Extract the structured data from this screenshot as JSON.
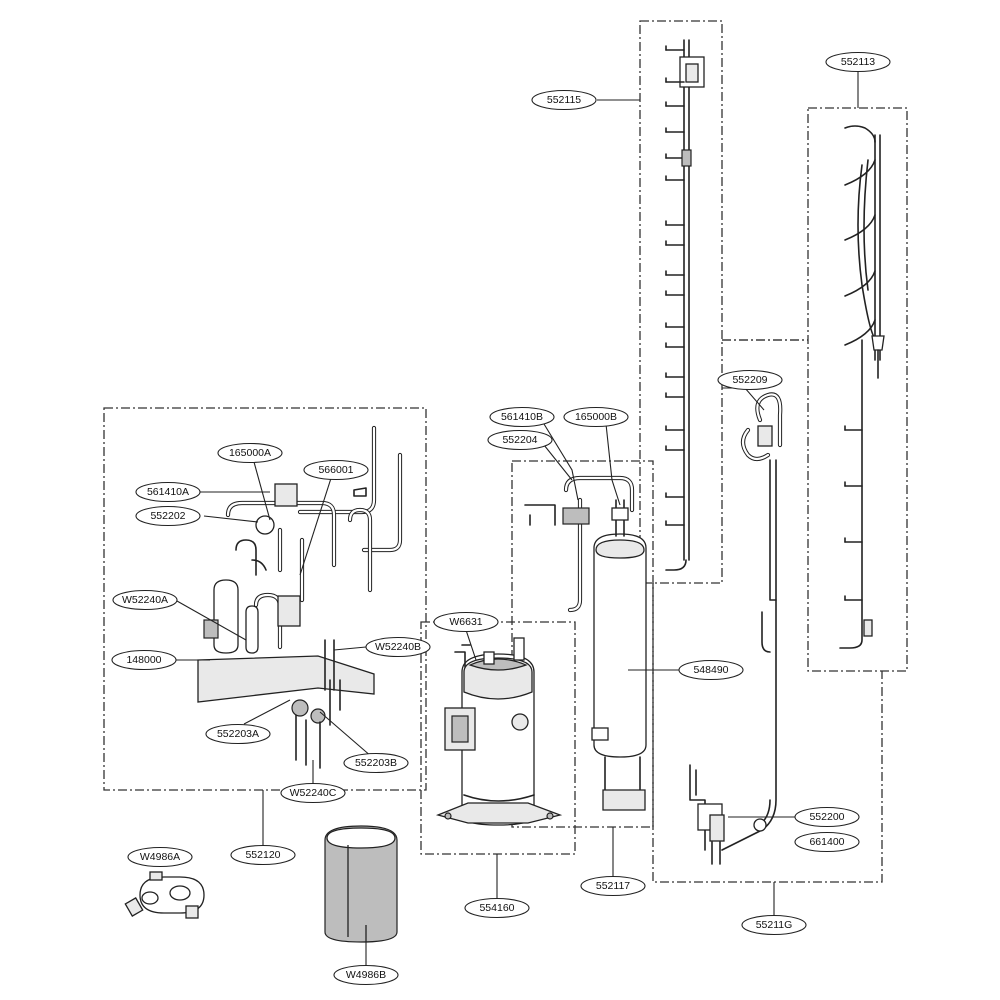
{
  "labels": [
    {
      "id": "l-552113",
      "text": "552113"
    },
    {
      "id": "l-552115",
      "text": "552115"
    },
    {
      "id": "l-552209",
      "text": "552209"
    },
    {
      "id": "l-561410B",
      "text": "561410B"
    },
    {
      "id": "l-165000B",
      "text": "165000B"
    },
    {
      "id": "l-552204",
      "text": "552204"
    },
    {
      "id": "l-165000A",
      "text": "165000A"
    },
    {
      "id": "l-566001",
      "text": "566001"
    },
    {
      "id": "l-561410A",
      "text": "561410A"
    },
    {
      "id": "l-552202",
      "text": "552202"
    },
    {
      "id": "l-W52240A",
      "text": "W52240A"
    },
    {
      "id": "l-W6631",
      "text": "W6631"
    },
    {
      "id": "l-W52240B",
      "text": "W52240B"
    },
    {
      "id": "l-148000",
      "text": "148000"
    },
    {
      "id": "l-548490",
      "text": "548490"
    },
    {
      "id": "l-552203A",
      "text": "552203A"
    },
    {
      "id": "l-552203B",
      "text": "552203B"
    },
    {
      "id": "l-W52240C",
      "text": "W52240C"
    },
    {
      "id": "l-552200",
      "text": "552200"
    },
    {
      "id": "l-661400",
      "text": "661400"
    },
    {
      "id": "l-W4986A",
      "text": "W4986A"
    },
    {
      "id": "l-552120",
      "text": "552120"
    },
    {
      "id": "l-552117",
      "text": "552117"
    },
    {
      "id": "l-554160",
      "text": "554160"
    },
    {
      "id": "l-55211G",
      "text": "55211G"
    },
    {
      "id": "l-W4986B",
      "text": "W4986B"
    }
  ]
}
